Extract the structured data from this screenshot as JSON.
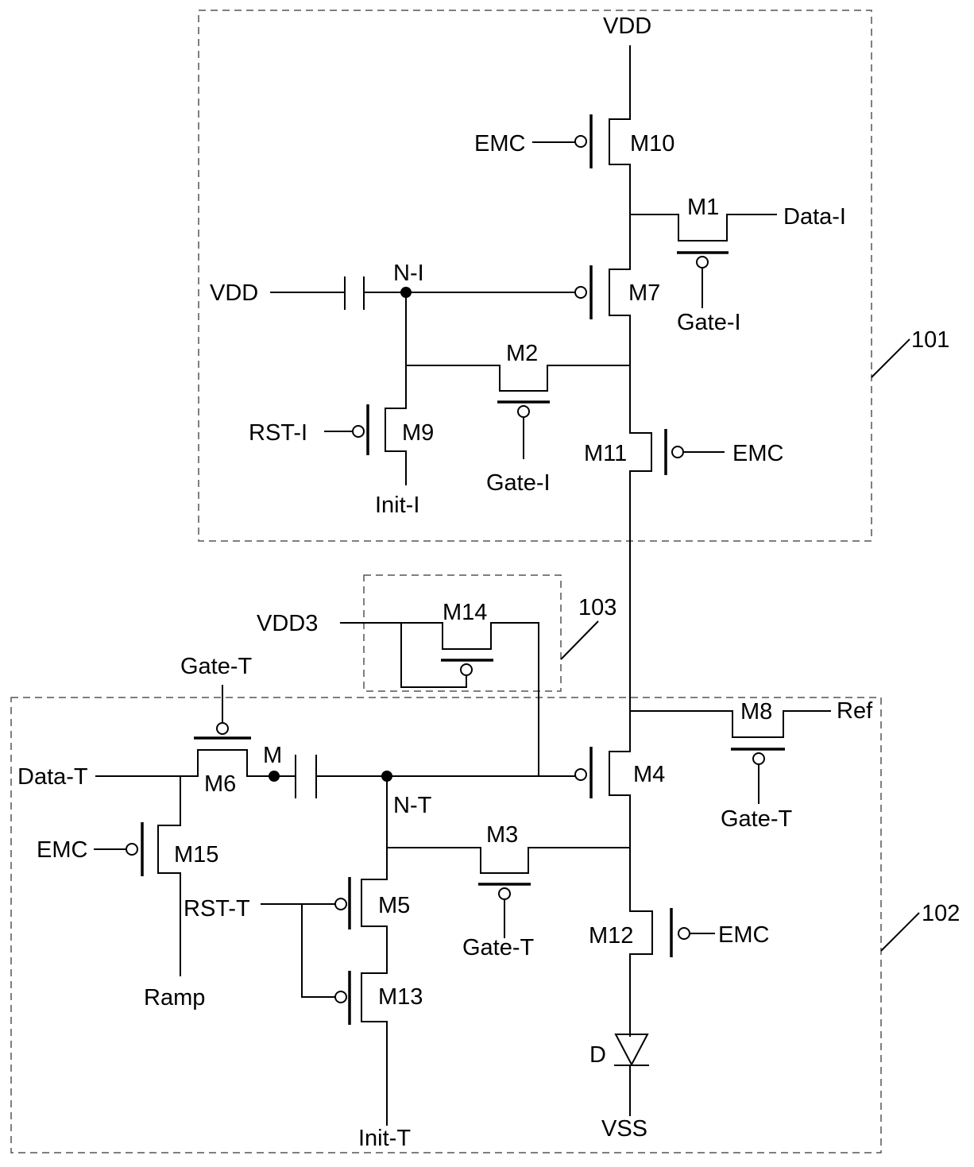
{
  "labels": {
    "vdd_top": "VDD",
    "emc_m10": "EMC",
    "m10": "M10",
    "m1": "M1",
    "data_i": "Data-I",
    "vdd_cap": "VDD",
    "n_i": "N-I",
    "m7": "M7",
    "gate_i_m1": "Gate-I",
    "m2": "M2",
    "rst_i": "RST-I",
    "m9": "M9",
    "gate_i_m2": "Gate-I",
    "m11": "M11",
    "emc_m11": "EMC",
    "init_i": "Init-I",
    "box_101": "101",
    "vdd3": "VDD3",
    "m14": "M14",
    "box_103": "103",
    "gate_t_m6": "Gate-T",
    "data_t": "Data-T",
    "m6": "M6",
    "m": "M",
    "m4": "M4",
    "n_t": "N-T",
    "m8": "M8",
    "ref": "Ref",
    "gate_t_m8": "Gate-T",
    "emc_m15": "EMC",
    "m15": "M15",
    "m3": "M3",
    "rst_t": "RST-T",
    "m5": "M5",
    "gate_t_m3": "Gate-T",
    "m12": "M12",
    "emc_m12": "EMC",
    "box_102": "102",
    "m13": "M13",
    "ramp": "Ramp",
    "d": "D",
    "init_t": "Init-T",
    "vss": "VSS"
  }
}
